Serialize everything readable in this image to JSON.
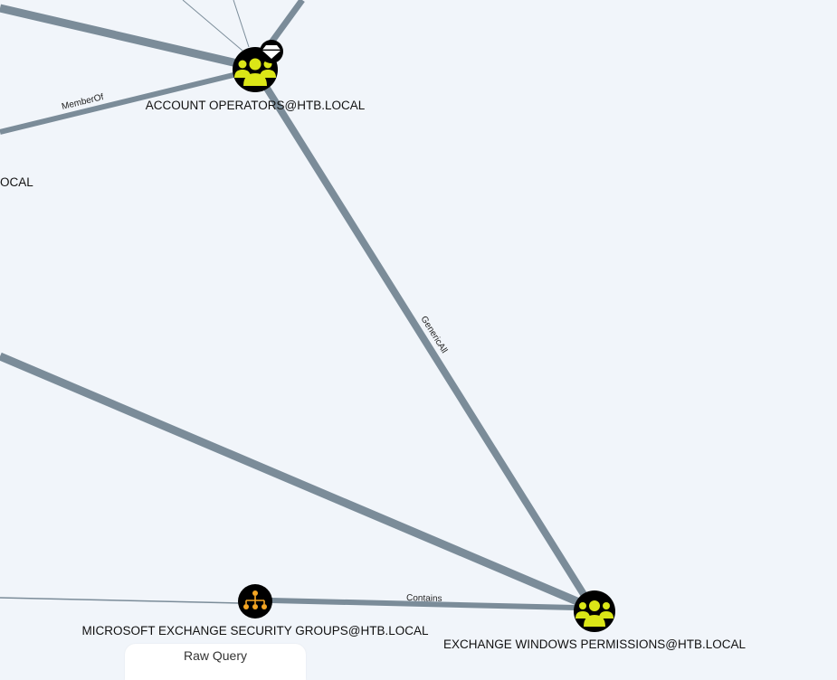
{
  "graph": {
    "nodes": {
      "account_operators": {
        "label": "ACCOUNT OPERATORS@HTB.LOCAL",
        "type": "group",
        "icon": "group-icon",
        "badge_icon": "high-value-diamond-icon",
        "color": "#dbe617"
      },
      "exchange_windows_permissions": {
        "label": "EXCHANGE WINDOWS PERMISSIONS@HTB.LOCAL",
        "type": "group",
        "icon": "group-icon",
        "color": "#dbe617"
      },
      "ms_exchange_security_groups": {
        "label": "MICROSOFT EXCHANGE SECURITY GROUPS@HTB.LOCAL",
        "type": "ou",
        "icon": "org-unit-icon",
        "color": "#f5a623"
      },
      "offscreen_left": {
        "label": "OCAL"
      }
    },
    "edges": {
      "memberof": {
        "label": "MemberOf"
      },
      "genericall": {
        "label": "GenericAll"
      },
      "contains": {
        "label": "Contains"
      }
    },
    "edge_color": "#7b8c99"
  },
  "toolbar": {
    "raw_query_label": "Raw Query"
  }
}
